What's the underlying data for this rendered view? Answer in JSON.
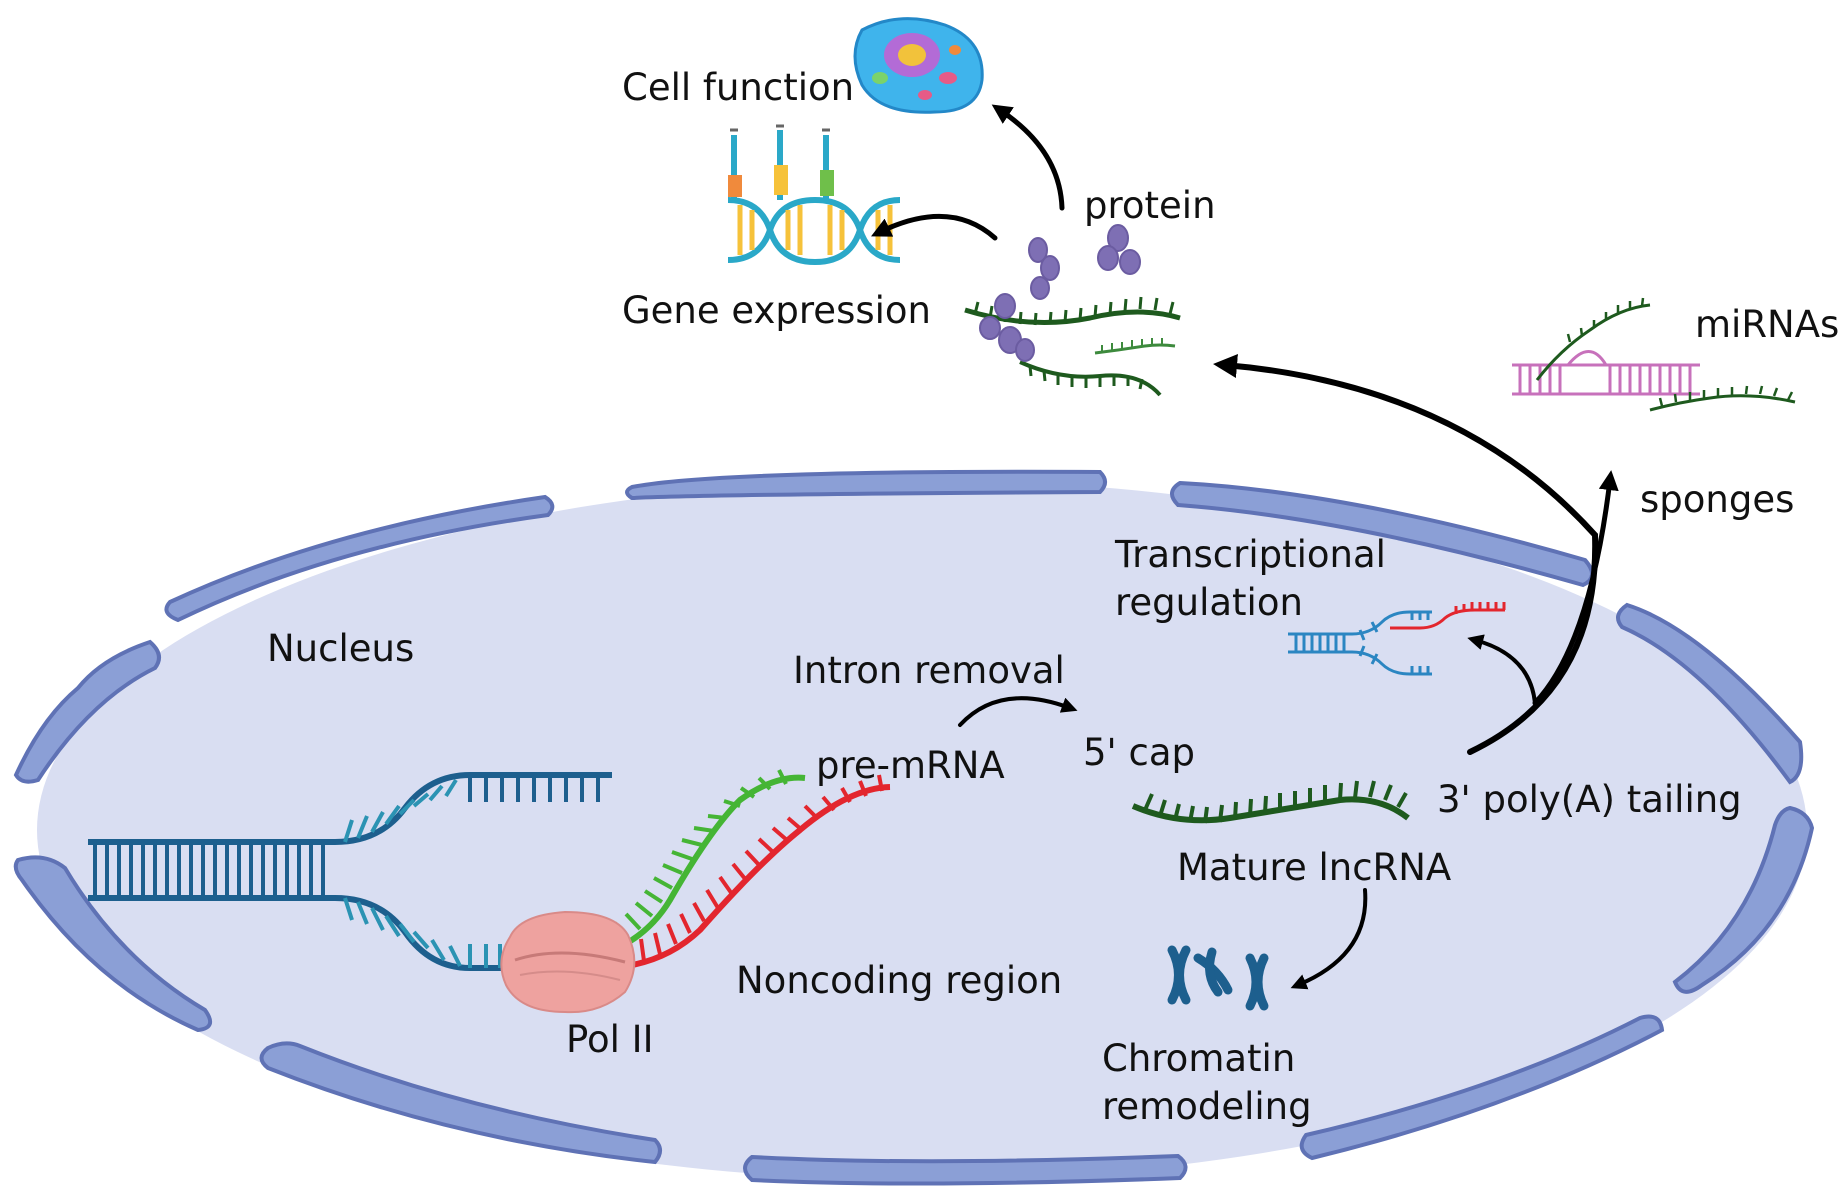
{
  "labels": {
    "cell_function": "Cell function",
    "protein": "protein",
    "gene_expression": "Gene expression",
    "mirnas": "miRNAs",
    "sponges": "sponges",
    "transcriptional_regulation_line1": "Transcriptional",
    "transcriptional_regulation_line2": "regulation",
    "nucleus": "Nucleus",
    "intron_removal": "Intron removal",
    "pre_mrna": "pre-mRNA",
    "five_cap": "5' cap",
    "poly_a_tailing": "3' poly(A) tailing",
    "mature_lncrna": "Mature lncRNA",
    "noncoding_region": "Noncoding region",
    "pol_ii": "Pol II",
    "chromatin_line1": "Chromatin",
    "chromatin_line2": "remodeling"
  },
  "colors": {
    "nucleus_fill": "#d9def2",
    "envelope_fill": "#8b9fd6",
    "envelope_stroke": "#5f72b5",
    "dna": "#1d5f8e",
    "dna_light": "#2b93b3",
    "premrna_green": "#45b535",
    "noncoding_red": "#e3262e",
    "lncrna_dark": "#1e5a1e",
    "mirna_pink": "#c771bb",
    "protein_purple": "#7e6fb4",
    "pol_ii_pink": "#eea29f",
    "arrow": "#000000"
  }
}
